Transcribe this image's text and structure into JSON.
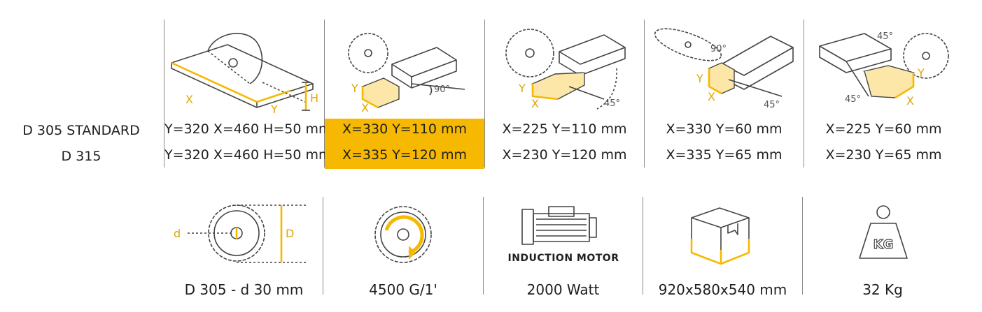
{
  "models": [
    "D 305 STANDARD",
    "D 315"
  ],
  "columns": [
    {
      "r1": "Y=320 X=460 H=50 mm",
      "r2": "Y=320 X=460 H=50 mm",
      "labels": [
        "X",
        "Y",
        "H"
      ]
    },
    {
      "r1": "X=330  Y=110 mm",
      "r2": "X=335  Y=120 mm",
      "labels": [
        "Y",
        "X",
        "90°"
      ]
    },
    {
      "r1": "X=225  Y=110 mm",
      "r2": "X=230  Y=120 mm",
      "labels": [
        "Y",
        "X",
        "45°"
      ]
    },
    {
      "r1": "X=330  Y=60 mm",
      "r2": "X=335  Y=65 mm",
      "labels": [
        "90°",
        "Y",
        "X",
        "45°"
      ]
    },
    {
      "r1": "X=225  Y=60 mm",
      "r2": "X=230  Y=65 mm",
      "labels": [
        "45°",
        "Y",
        "45°",
        "X"
      ]
    }
  ],
  "specs": {
    "blade": {
      "label": "D 305 - d 30 mm",
      "d": "d",
      "D": "D"
    },
    "speed": {
      "label": "4500 G/1'"
    },
    "motor": {
      "caption": "INDUCTION MOTOR",
      "label": "2000 Watt"
    },
    "box": {
      "label": "920x580x540 mm"
    },
    "weight": {
      "badge": "KG",
      "label": "32 Kg"
    }
  },
  "colors": {
    "accent": "#f6b800",
    "line": "#444444",
    "text": "#1f1f1f"
  }
}
